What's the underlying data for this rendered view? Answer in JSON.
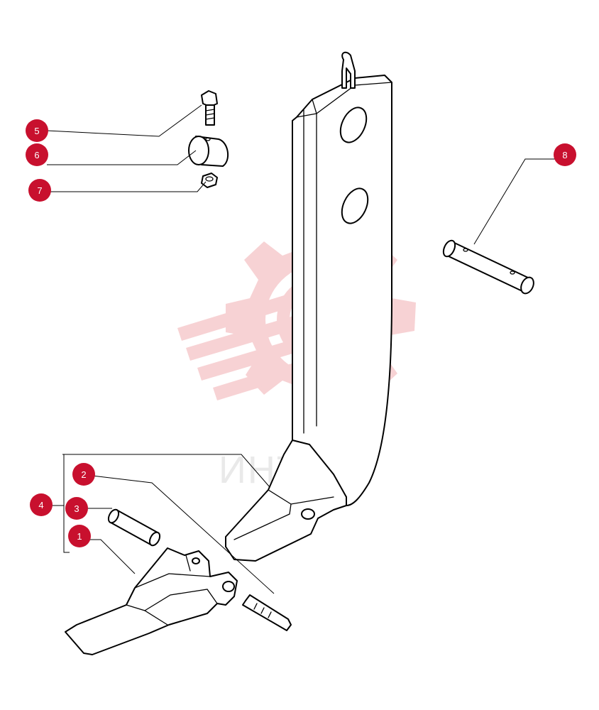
{
  "watermark": {
    "text": "ИНТЕХ",
    "color": "#f6cbcd"
  },
  "callout_color": "#c8102e",
  "callouts": [
    {
      "id": "1",
      "label": "1"
    },
    {
      "id": "2",
      "label": "2"
    },
    {
      "id": "3",
      "label": "3"
    },
    {
      "id": "4",
      "label": "4"
    },
    {
      "id": "5",
      "label": "5"
    },
    {
      "id": "6",
      "label": "6"
    },
    {
      "id": "7",
      "label": "7"
    },
    {
      "id": "8",
      "label": "8"
    }
  ],
  "parts": [
    {
      "ref": "1",
      "icon": "tooth-icon"
    },
    {
      "ref": "2",
      "icon": "retaining-pin-icon"
    },
    {
      "ref": "3",
      "icon": "sleeve-pin-icon"
    },
    {
      "ref": "4",
      "icon": "tooth-assembly-bracket"
    },
    {
      "ref": "5",
      "icon": "bolt-icon"
    },
    {
      "ref": "6",
      "icon": "collar-icon"
    },
    {
      "ref": "7",
      "icon": "nut-icon"
    },
    {
      "ref": "8",
      "icon": "shank-pin-icon"
    }
  ]
}
